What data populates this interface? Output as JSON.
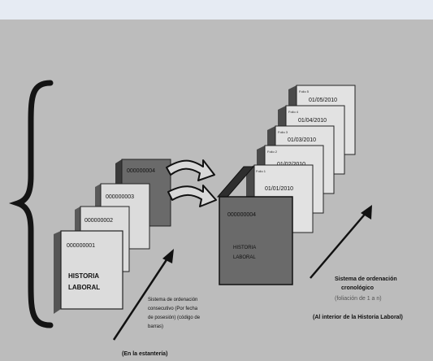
{
  "left_stack": {
    "cards": [
      "000000001",
      "000000002",
      "000000003",
      "000000004"
    ],
    "front_title": [
      "HISTORIA",
      "LABORAL"
    ]
  },
  "left_caption": {
    "lines": [
      "Sistema de ordenación",
      "consecutivo (Por fecha",
      "de posesión) (código de",
      "barras)"
    ],
    "location": "(En la estantería)"
  },
  "right_stack": {
    "folder_code": "000000004",
    "folder_title": [
      "HISTORIA",
      "LABORAL"
    ],
    "sheets": [
      {
        "tab": "Folio 1",
        "date": "01/01/2010"
      },
      {
        "tab": "Folio 2",
        "date": "01/02/2010"
      },
      {
        "tab": "Folio 3",
        "date": "01/03/2010"
      },
      {
        "tab": "Folio 4",
        "date": "01/04/2010"
      },
      {
        "tab": "Folio 5",
        "date": "01/05/2010"
      }
    ]
  },
  "right_caption": {
    "title_lines": [
      "Sistema de ordenación",
      "cronológico"
    ],
    "foliation": "(foliación de 1 a n)",
    "location": "(Al interior de la Historia Laboral)"
  },
  "colors": {
    "background": "#bcbcbc",
    "top_strip": "#e6ebf3",
    "card_dark": "#6a6a6a",
    "card_light": "#dcdcdc",
    "ink": "#1a1a1a"
  }
}
